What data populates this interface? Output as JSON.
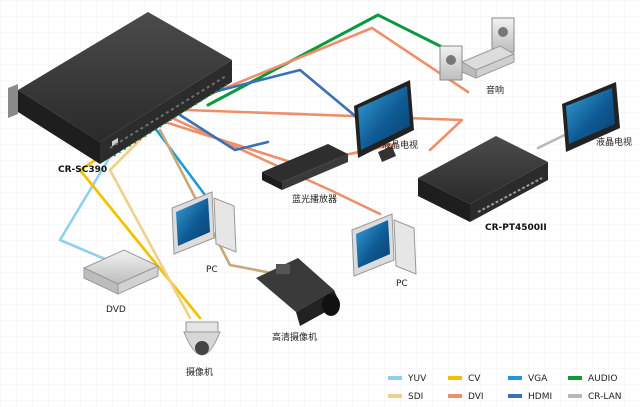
{
  "devices": {
    "switcher": "CR-SC390",
    "presenter": "CR-PT4500II",
    "bluray": "蓝光播放器",
    "lcd_top": "液晶电视",
    "lcd_right": "液晶电视",
    "audio": "音响",
    "pc_left": "PC",
    "pc_right": "PC",
    "dvd": "DVD",
    "hd_camera": "高清摄像机",
    "dome_camera": "摄像机"
  },
  "legend": [
    {
      "label": "YUV",
      "color": "#8fd0ee"
    },
    {
      "label": "CV",
      "color": "#f2c200"
    },
    {
      "label": "VGA",
      "color": "#1f9ad6"
    },
    {
      "label": "AUDIO",
      "color": "#0a9a3c"
    },
    {
      "label": "SDI",
      "color": "#f0d088"
    },
    {
      "label": "DVI",
      "color": "#ee8f6a"
    },
    {
      "label": "HDMI",
      "color": "#3b6fb6"
    },
    {
      "label": "CR-LAN",
      "color": "#b8b8b8"
    }
  ]
}
